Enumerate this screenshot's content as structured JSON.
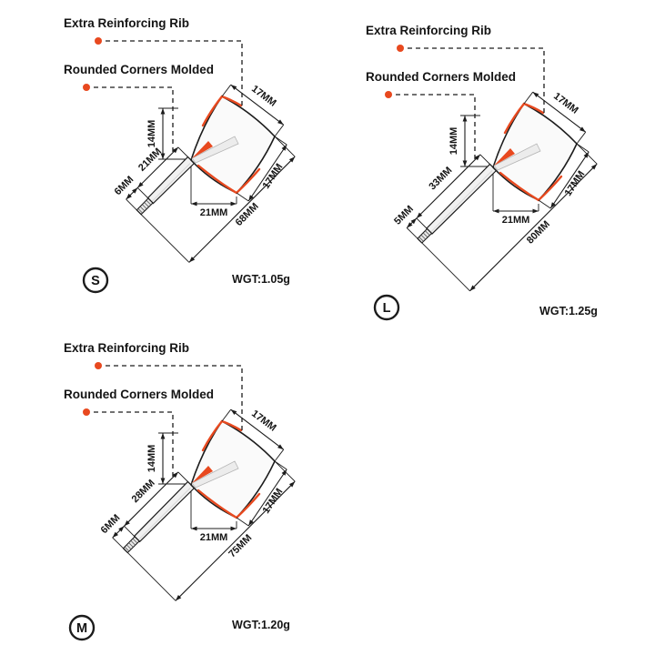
{
  "colors": {
    "accent": "#e8491f",
    "line": "#1c1c1c",
    "flight_fill": "#fafafa",
    "shaft_fill": "#f1f1f1",
    "thread_fill": "#e9e9e9"
  },
  "panels": [
    {
      "id": "S",
      "badge": "S",
      "weight": "WGT:1.05g",
      "callouts": {
        "rib": "Extra Reinforcing Rib",
        "corners": "Rounded Corners Molded"
      },
      "dims": {
        "flight_height": "14MM",
        "top_edge": "17MM",
        "shaft": "21MM",
        "tip": "6MM",
        "bottom_width": "21MM",
        "bottom_edge": "17MM",
        "total": "68MM"
      }
    },
    {
      "id": "L",
      "badge": "L",
      "weight": "WGT:1.25g",
      "callouts": {
        "rib": "Extra Reinforcing Rib",
        "corners": "Rounded Corners Molded"
      },
      "dims": {
        "flight_height": "14MM",
        "top_edge": "17MM",
        "shaft": "33MM",
        "tip": "5MM",
        "bottom_width": "21MM",
        "bottom_edge": "17MM",
        "total": "80MM"
      }
    },
    {
      "id": "M",
      "badge": "M",
      "weight": "WGT:1.20g",
      "callouts": {
        "rib": "Extra Reinforcing Rib",
        "corners": "Rounded Corners Molded"
      },
      "dims": {
        "flight_height": "14MM",
        "top_edge": "17MM",
        "shaft": "28MM",
        "tip": "6MM",
        "bottom_width": "21MM",
        "bottom_edge": "17MM",
        "total": "75MM"
      }
    }
  ]
}
